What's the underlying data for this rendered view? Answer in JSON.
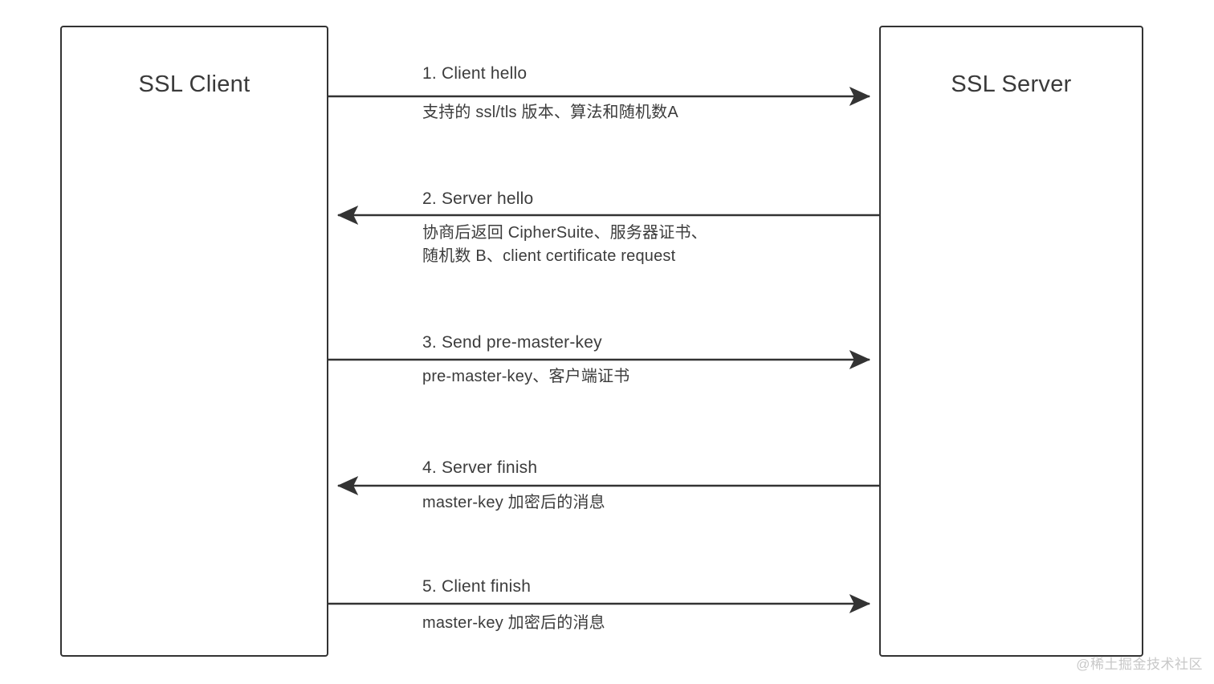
{
  "diagram": {
    "title": "SSL/TLS Handshake Sequence Diagram",
    "type": "sequence",
    "colors": {
      "background": "#ffffff",
      "stroke": "#333333",
      "text": "#3c3c3c",
      "watermark": "#c8c8c8"
    },
    "actors": [
      {
        "id": "client",
        "label": "SSL Client"
      },
      {
        "id": "server",
        "label": "SSL Server"
      }
    ],
    "messages": [
      {
        "index": "1.",
        "title": "1.  Client hello",
        "detail": "支持的 ssl/tls 版本、算法和随机数A",
        "direction": "right",
        "from": "client",
        "to": "server"
      },
      {
        "index": "2.",
        "title": "2.  Server hello",
        "detail": "协商后返回 CipherSuite、服务器证书、\n随机数 B、client certificate request",
        "direction": "left",
        "from": "server",
        "to": "client"
      },
      {
        "index": "3.",
        "title": "3.  Send pre-master-key",
        "detail": "pre-master-key、客户端证书",
        "direction": "right",
        "from": "client",
        "to": "server"
      },
      {
        "index": "4.",
        "title": "4.  Server finish",
        "detail": "master-key 加密后的消息",
        "direction": "left",
        "from": "server",
        "to": "client"
      },
      {
        "index": "5.",
        "title": "5.  Client finish",
        "detail": "master-key 加密后的消息",
        "direction": "right",
        "from": "client",
        "to": "server"
      }
    ],
    "watermark": "@稀土掘金技术社区"
  }
}
